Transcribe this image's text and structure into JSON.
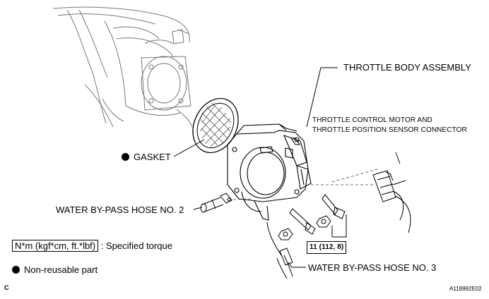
{
  "labels": {
    "throttle_body_assembly": "THROTTLE BODY ASSEMBLY",
    "connector_line1": "THROTTLE CONTROL MOTOR AND",
    "connector_line2": "THROTTLE POSITION SENSOR CONNECTOR",
    "gasket": "GASKET",
    "water_bypass_hose_2": "WATER BY-PASS HOSE NO. 2",
    "water_bypass_hose_3": "WATER BY-PASS HOSE NO. 3",
    "torque_value": "11 (112, 8)"
  },
  "legend": {
    "torque_unit": "N*m (kgf*cm, ft.*lbf)",
    "torque_desc": ": Specified torque",
    "non_reusable": "Non-reusable part"
  },
  "footer": {
    "corner_letter": "C",
    "figure_id": "A118992E02"
  },
  "icons": {
    "non_reusable_marker": "filled-circle-icon"
  }
}
